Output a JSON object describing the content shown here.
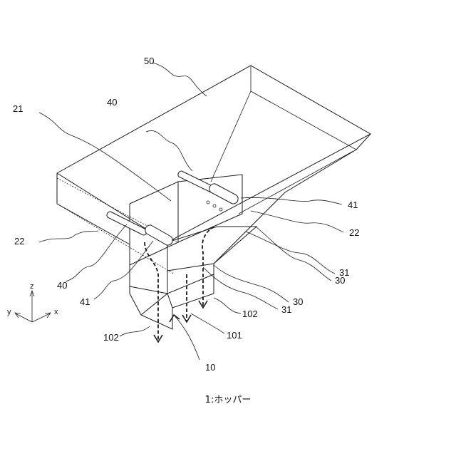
{
  "caption": "1:ホッパー",
  "labels": {
    "l50": "50",
    "l40_top": "40",
    "l21": "21",
    "l41_right": "41",
    "l22_right": "22",
    "l22_left": "22",
    "l40_left": "40",
    "l41_left": "41",
    "l31_right": "31",
    "l30_right": "30",
    "l30_mid": "30",
    "l31_mid": "31",
    "l102_right": "102",
    "l101": "101",
    "l102_left": "102",
    "l10": "10"
  },
  "axes": {
    "z": "z",
    "y": "y",
    "x": "x"
  }
}
